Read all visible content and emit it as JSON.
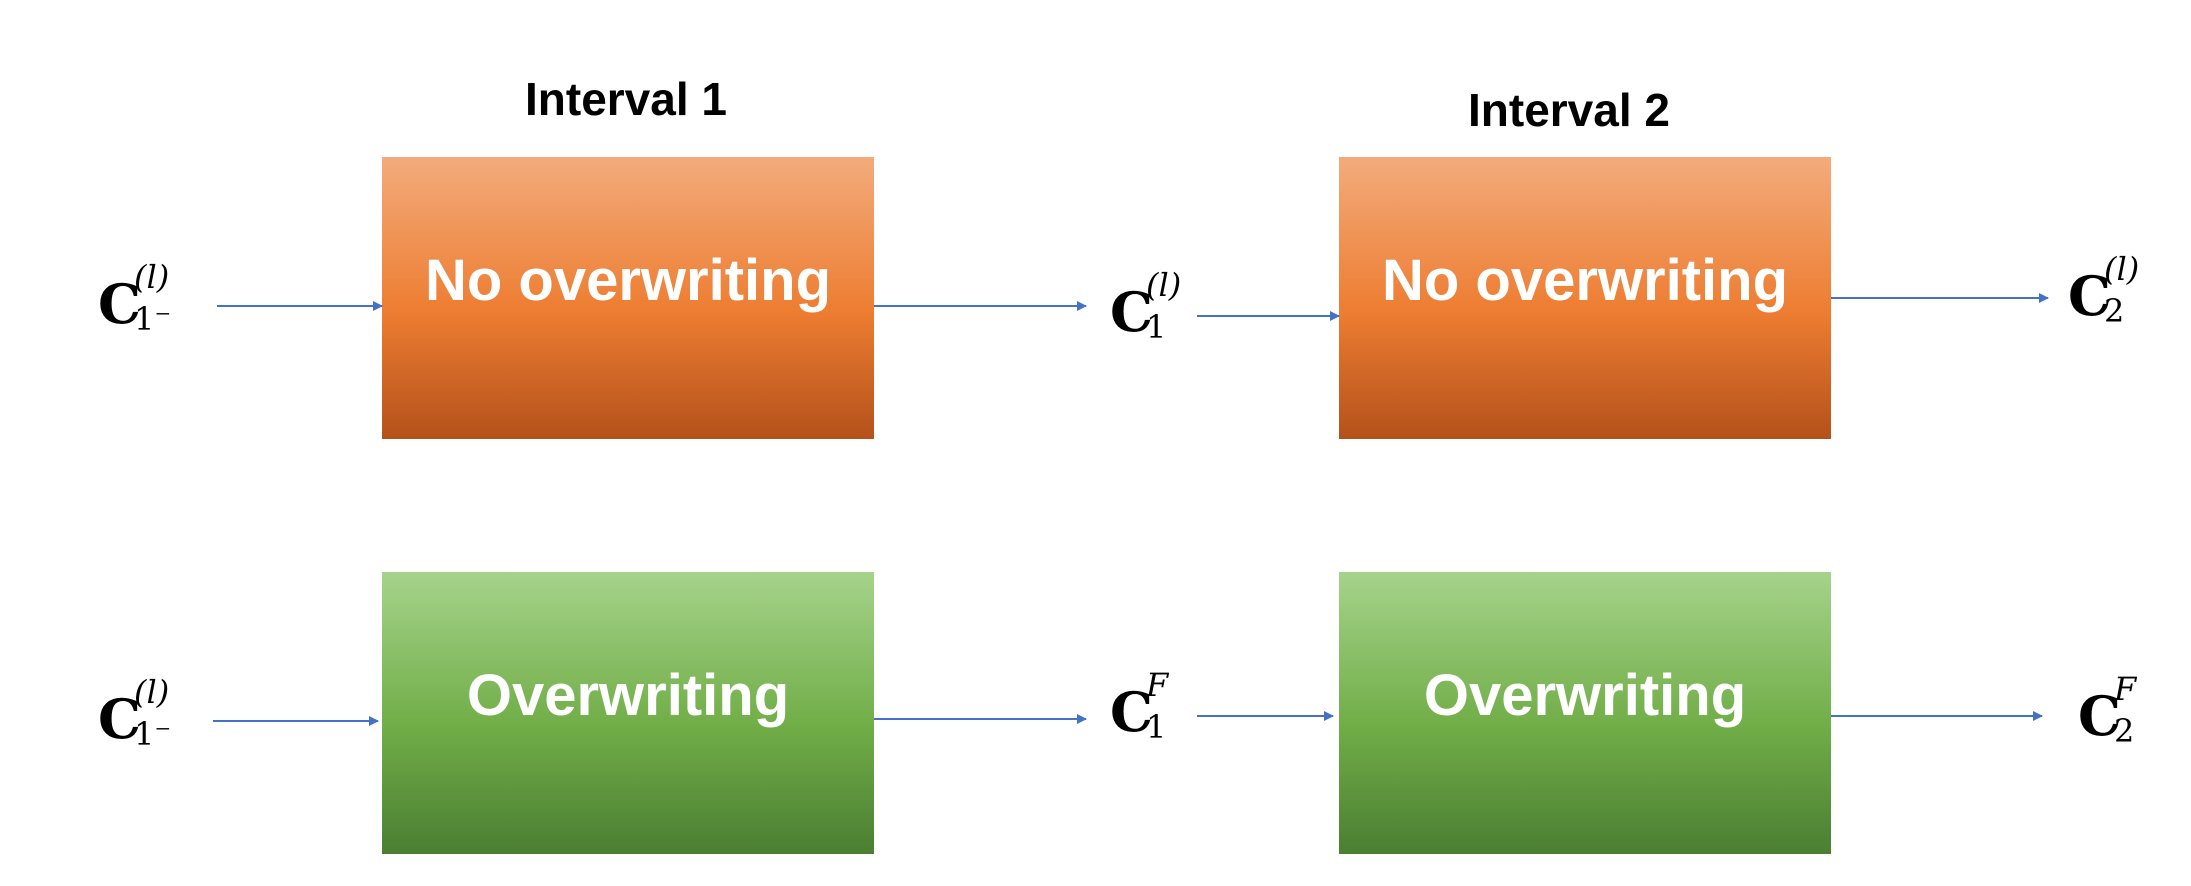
{
  "intervals": [
    {
      "title": "Interval 1"
    },
    {
      "title": "Interval 2"
    }
  ],
  "rows": [
    {
      "color": "#ed7d31",
      "boxes": [
        "No overwriting",
        "No overwriting"
      ],
      "vars": [
        {
          "base": "C",
          "sup": "(l)",
          "sub": "1⁻"
        },
        {
          "base": "C",
          "sup": "(l)",
          "sub": "1"
        },
        {
          "base": "C",
          "sup": "(l)",
          "sub": "2"
        }
      ]
    },
    {
      "color": "#70ad47",
      "boxes": [
        "Overwriting",
        "Overwriting"
      ],
      "vars": [
        {
          "base": "C",
          "sup": "(l)",
          "sub": "1⁻"
        },
        {
          "base": "C",
          "sup": "F",
          "sub": "1"
        },
        {
          "base": "C",
          "sup": "F",
          "sub": "2"
        }
      ]
    }
  ],
  "colors": {
    "arrow": "#4472c4",
    "orange": "#ed7d31",
    "green": "#70ad47"
  }
}
